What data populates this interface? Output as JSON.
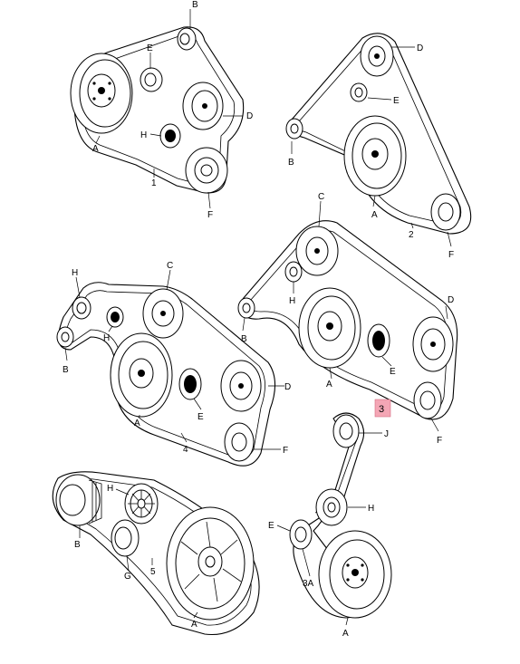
{
  "diagram": {
    "highlight_color": "#f4a6b5",
    "groups": [
      {
        "id": "1",
        "label": "1",
        "parts": {
          "A": "A",
          "B": "B",
          "D": "D",
          "E": "E",
          "F": "F",
          "H": "H"
        }
      },
      {
        "id": "2",
        "label": "2",
        "parts": {
          "A": "A",
          "B": "B",
          "D": "D",
          "E": "E",
          "F": "F"
        }
      },
      {
        "id": "3",
        "label": "3",
        "highlighted": true,
        "parts": {
          "A": "A",
          "B": "B",
          "C": "C",
          "D": "D",
          "E": "E",
          "F": "F",
          "H": "H"
        }
      },
      {
        "id": "4",
        "label": "4",
        "parts": {
          "A": "A",
          "B": "B",
          "C": "C",
          "D": "D",
          "E": "E",
          "F": "F",
          "H": "H"
        }
      },
      {
        "id": "5",
        "label": "5",
        "parts": {
          "A": "A",
          "B": "B",
          "G": "G",
          "H": "H"
        }
      },
      {
        "id": "3A",
        "label": "3A",
        "parts": {
          "A": "A",
          "E": "E",
          "H": "H",
          "J": "J"
        }
      }
    ]
  }
}
